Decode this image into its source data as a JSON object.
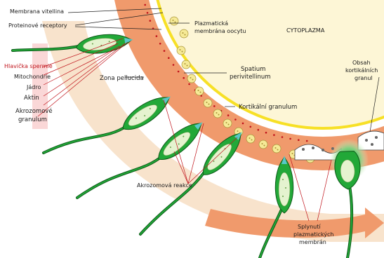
{
  "labels": {
    "membrana_vitellina": "Membrana vitellina",
    "proteinove_receptory": "Proteinové receptory",
    "hlavicka_spermie": "Hlavička spermie",
    "mitochondrie": "Mitochondrie",
    "jadro": "Jádro",
    "aktin": "Aktin",
    "akrozomove_granulum_1": "Akrozomové",
    "akrozomove_granulum_2": "granulum",
    "zona_pellucida": "Zona pellucida",
    "plazmaticka_1": "Plazmatická",
    "plazmaticka_2": "membrána oocytu",
    "cytoplazma": "CYTOPLAZMA",
    "spatium_1": "Spatium",
    "spatium_2": "perivitellinum",
    "kortikalni_granulum": "Kortikální granulum",
    "obsah_1": "Obsah",
    "obsah_2": "kortikálních",
    "obsah_3": "granul",
    "akrozomova_reakce": "Akrozomová reakce",
    "splynuti_1": "Splynutí",
    "splynuti_2": "plazmatických",
    "splynuti_3": "membrán"
  },
  "colors": {
    "zona": "#f09a6c",
    "zona_light": "#f8c9a8",
    "cytoplasm": "#fdf6d6",
    "perivitelline": "#ffffff",
    "membrane_yellow": "#f7e026",
    "dots": "#c0141c",
    "granule": "#f6ea97",
    "sperm_green": "#22a838",
    "sperm_dark": "#0c5a18",
    "sperm_light": "#e5f3cf",
    "band": "#f7e0c6",
    "pink_bar": "#f6b6b6",
    "label_red": "#c0141c"
  }
}
